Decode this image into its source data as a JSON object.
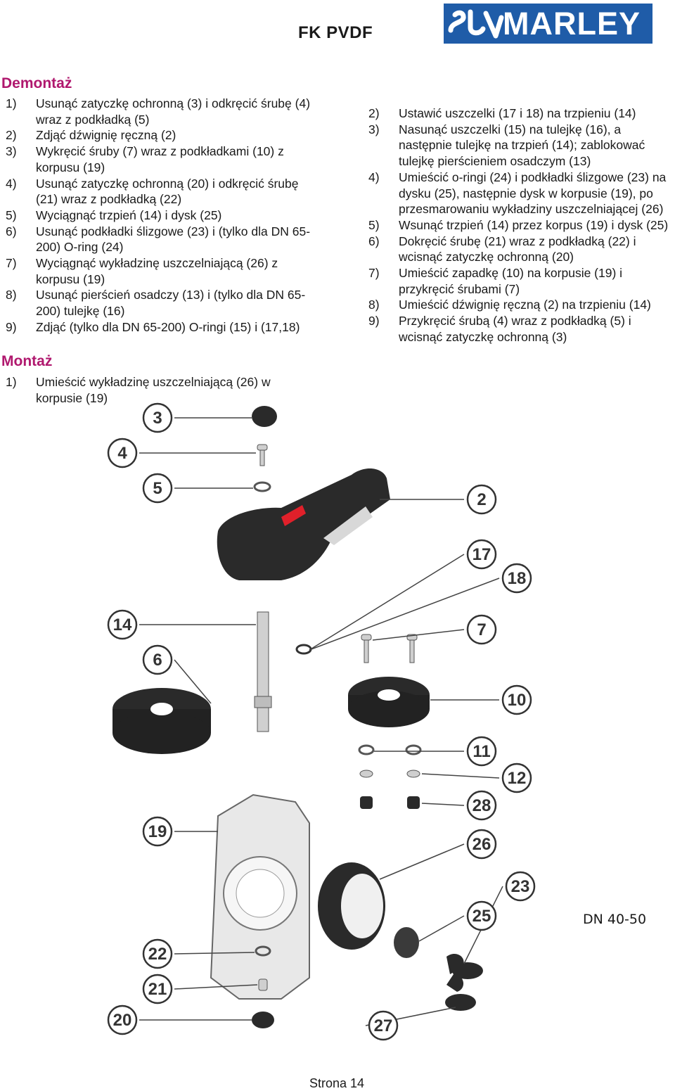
{
  "header": {
    "title": "FK PVDF",
    "logo_text": "MARLEY"
  },
  "disassembly": {
    "heading": "Demontaż",
    "steps": [
      {
        "num": "1)",
        "text": "Usunąć zatyczkę ochronną (3) i odkręcić śrubę (4) wraz z podkładką (5)"
      },
      {
        "num": "2)",
        "text": "Zdjąć dźwignię ręczną (2)"
      },
      {
        "num": "3)",
        "text": "Wykręcić śruby (7) wraz z podkładkami (10) z korpusu (19)"
      },
      {
        "num": "4)",
        "text": "Usunąć zatyczkę ochronną (20) i odkręcić śrubę (21) wraz z podkładką (22)"
      },
      {
        "num": "5)",
        "text": "Wyciągnąć trzpień (14) i dysk (25)"
      },
      {
        "num": "6)",
        "text": "Usunąć podkładki ślizgowe (23) i (tylko dla DN 65-200) O-ring (24)"
      },
      {
        "num": "7)",
        "text": "Wyciągnąć wykładzinę uszczelniającą (26) z korpusu (19)"
      },
      {
        "num": "8)",
        "text": "Usunąć pierścień osadczy (13) i (tylko dla DN 65-200) tulejkę (16)"
      },
      {
        "num": "9)",
        "text": "Zdjąć (tylko dla DN 65-200) O-ringi (15) i (17,18)"
      }
    ]
  },
  "assembly": {
    "heading": "Montaż",
    "steps": [
      {
        "num": "1)",
        "text": "Umieścić wykładzinę uszczelniającą (26) w korpusie (19)"
      }
    ],
    "steps_right": [
      {
        "num": "2)",
        "text": "Ustawić uszczelki (17 i 18) na trzpieniu (14)"
      },
      {
        "num": "3)",
        "text": "Nasunąć uszczelki (15) na tulejkę (16), a następnie tulejkę na trzpień (14); zablokować tulejkę pierścieniem osadczym (13)"
      },
      {
        "num": "4)",
        "text": "Umieścić o-ringi (24) i podkładki ślizgowe (23) na dysku (25), następnie dysk w korpusie (19), po przesmarowaniu wykładziny uszczelniającej (26)"
      },
      {
        "num": "5)",
        "text": "Wsunąć trzpień (14) przez korpus (19) i dysk (25)"
      },
      {
        "num": "6)",
        "text": "Dokręcić śrubę (21) wraz z podkładką (22) i wcisnąć zatyczkę ochronną (20)"
      },
      {
        "num": "7)",
        "text": "Umieścić zapadkę (10) na korpusie (19) i przykręcić śrubami (7)"
      },
      {
        "num": "8)",
        "text": "Umieścić dźwignię ręczną (2) na trzpieniu (14)"
      },
      {
        "num": "9)",
        "text": "Przykręcić śrubą (4) wraz z podkładką (5) i wcisnąć zatyczkę ochronną (3)"
      }
    ]
  },
  "diagram": {
    "callouts": [
      "3",
      "4",
      "5",
      "2",
      "17",
      "18",
      "14",
      "6",
      "7",
      "10",
      "11",
      "12",
      "28",
      "26",
      "19",
      "23",
      "25",
      "22",
      "21",
      "20",
      "27"
    ],
    "size_label": "DN 40-50",
    "colors": {
      "parts": "#2a2a2a",
      "body": "#e8e8e8",
      "accent": "#e0202a"
    }
  },
  "footer": {
    "page": "Strona 14"
  }
}
